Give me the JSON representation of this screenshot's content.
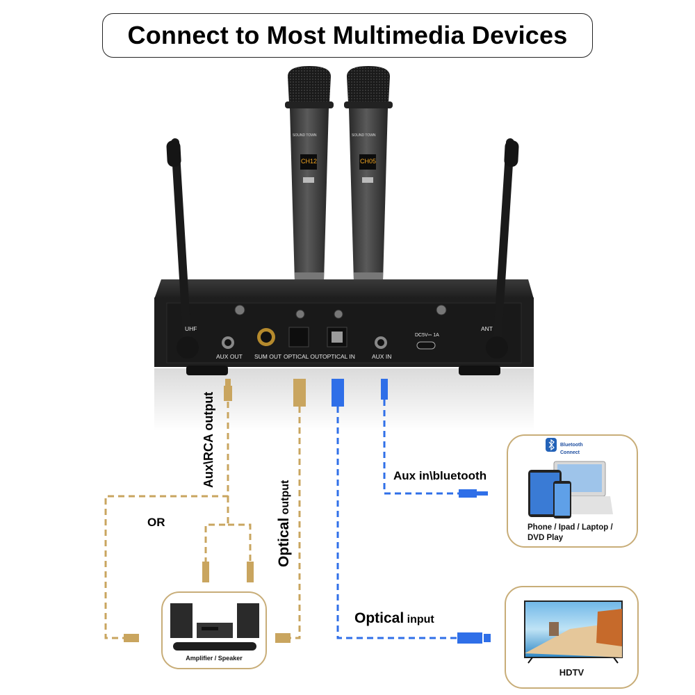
{
  "title": "Connect to Most Multimedia Devices",
  "colors": {
    "output_cable": "#c9a55f",
    "input_cable": "#2f6fe8",
    "card_border": "#c8ad78",
    "device_body": "#1c1c1c"
  },
  "receiver": {
    "antenna_left_label": "UHF",
    "antenna_right_label": "ANT",
    "ports": [
      {
        "label": "AUX OUT",
        "icon": "jack-port-icon"
      },
      {
        "label": "SUM OUT",
        "icon": "quarter-inch-port-icon"
      },
      {
        "label": "OPTICAL OUT",
        "icon": "optical-port-icon"
      },
      {
        "label": "OPTICAL IN",
        "icon": "optical-port-icon"
      },
      {
        "label": "AUX IN",
        "icon": "jack-port-icon"
      }
    ],
    "power_label": "DC5V⎓ 1A"
  },
  "microphones": [
    {
      "brand": "SOUND TOWN",
      "display": "CH12"
    },
    {
      "brand": "SOUND TOWN",
      "display": "CH05"
    }
  ],
  "connections": {
    "aux_rca_output": "Aux\\RCA output",
    "or_label": "OR",
    "optical_output": {
      "strong": "Optical",
      "rest": " output"
    },
    "aux_in_bluetooth": "Aux in\\bluetooth",
    "optical_input": {
      "strong": "Optical",
      "rest": " input"
    }
  },
  "devices": {
    "amplifier": {
      "caption": "Amplifier / Speaker"
    },
    "mobile": {
      "bluetooth_line1": "Bluetooth",
      "bluetooth_line2": "Connect",
      "caption_line1": "Phone / Ipad / Laptop /",
      "caption_line2": "DVD Play"
    },
    "tv": {
      "caption": "HDTV"
    }
  }
}
